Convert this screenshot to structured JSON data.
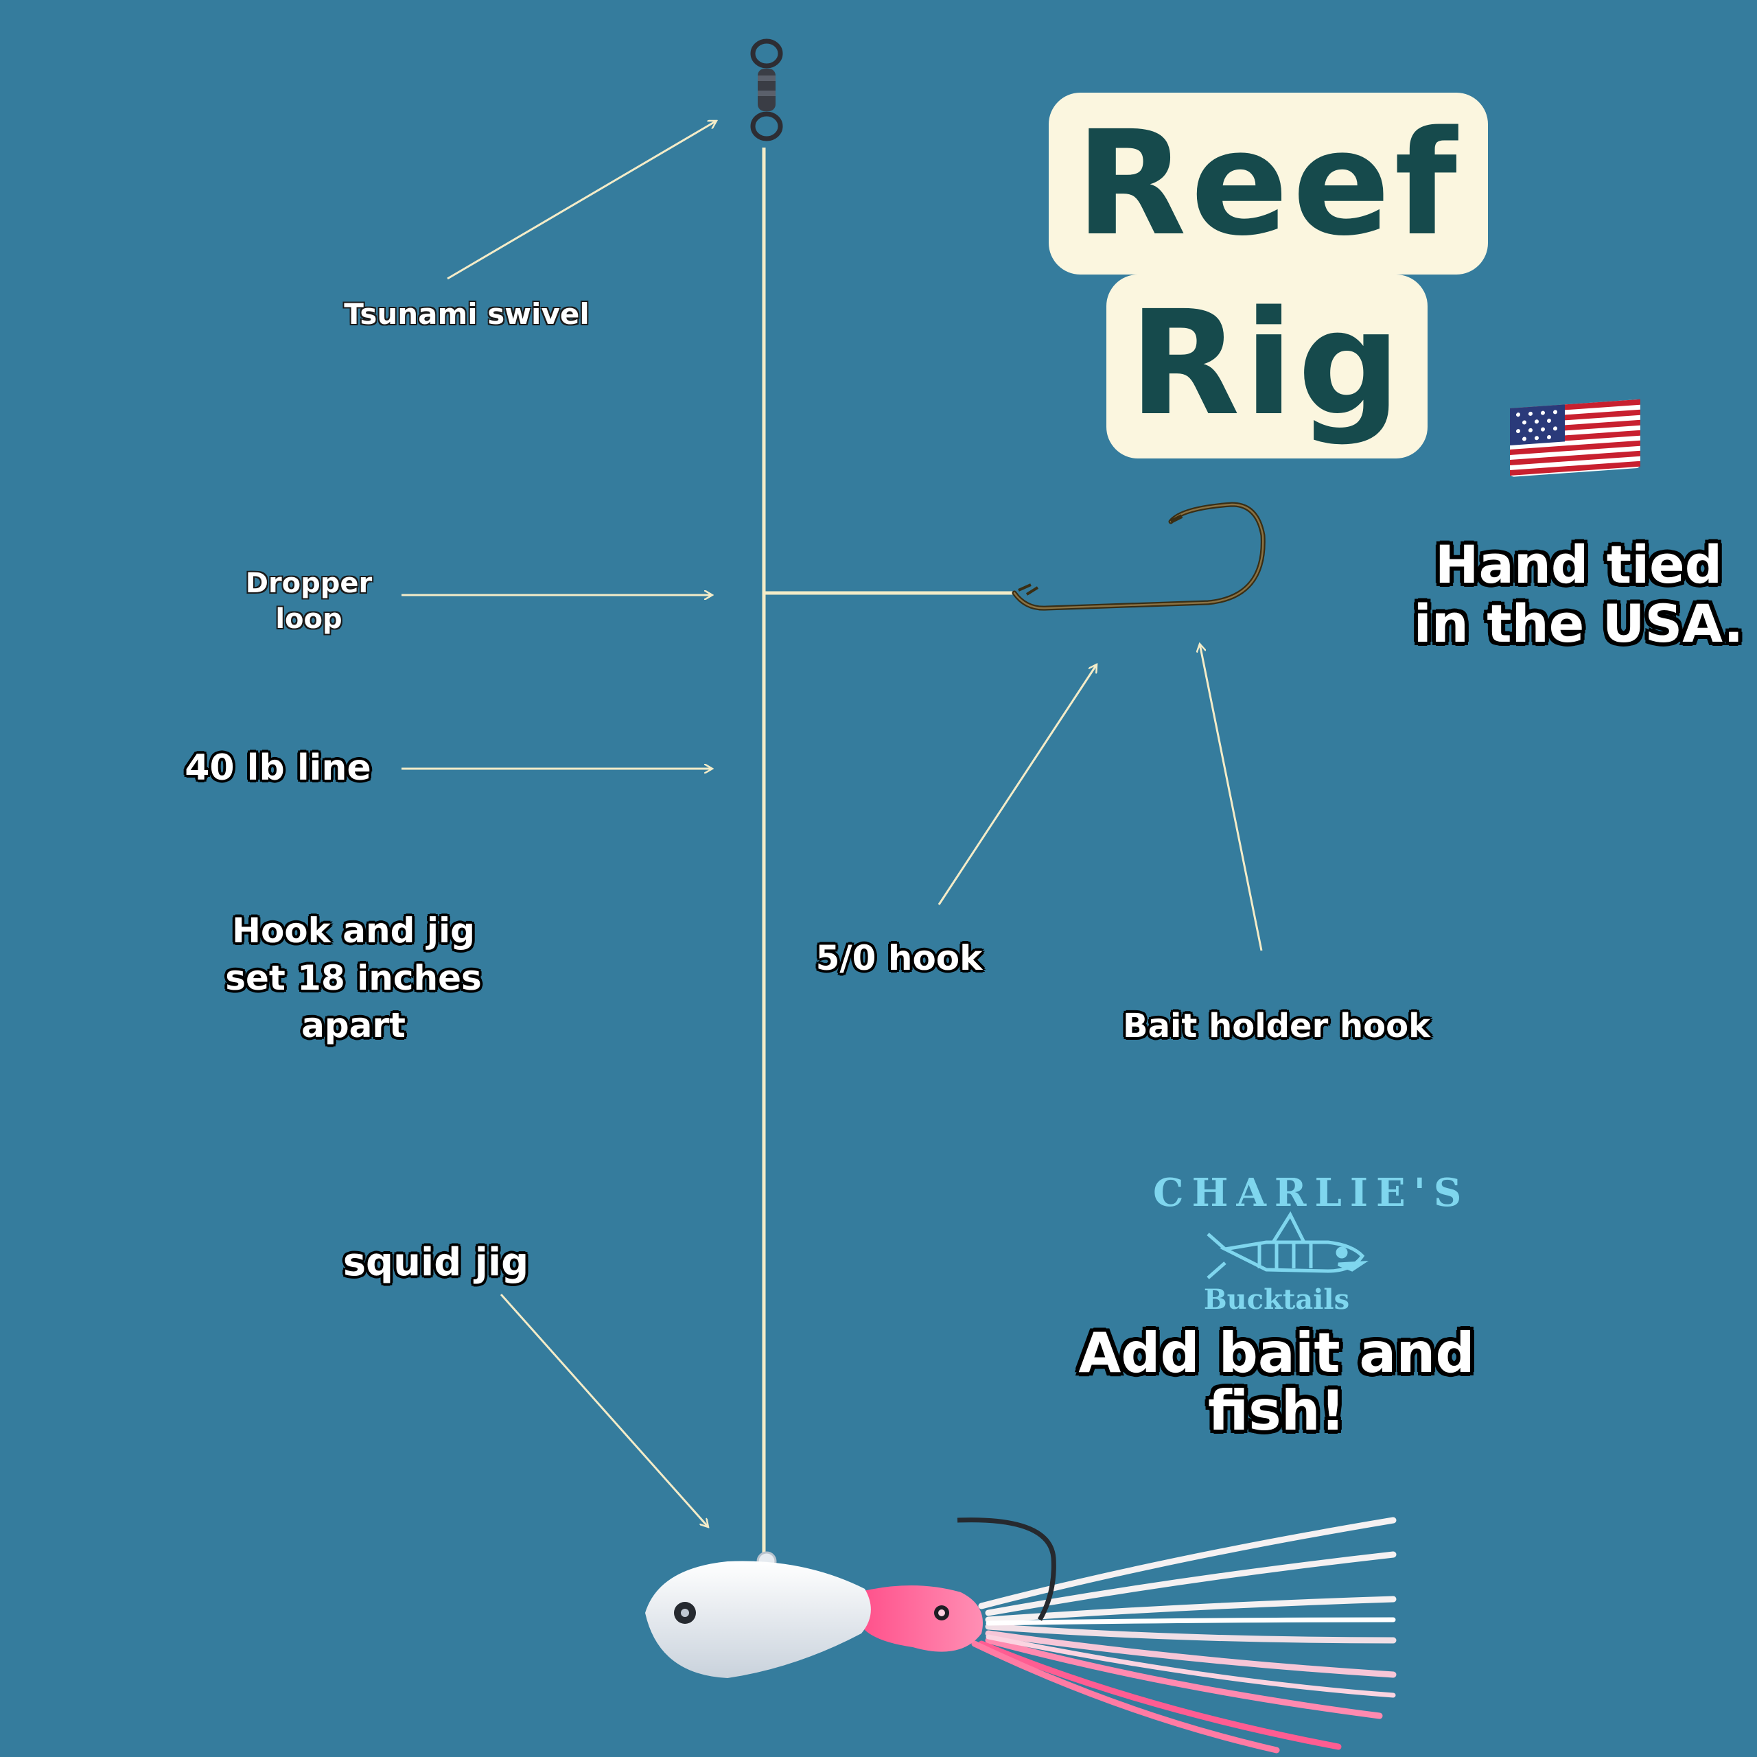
{
  "title": {
    "line1": "Reef",
    "line2": "Rig"
  },
  "tagline": "Hand tied\nin the USA.",
  "labels": {
    "swivel": "Tsunami swivel",
    "dropper": "Dropper\nloop",
    "line": "40 lb line",
    "spacing": "Hook and jig\nset 18 inches\napart",
    "hook": "5/0 hook",
    "bait_holder": "Bait holder hook",
    "squid_jig": "squid jig"
  },
  "logo": {
    "name": "CHARLIE'S",
    "sub": "Bucktails"
  },
  "cta": "Add bait and\nfish!",
  "icons": [
    "swivel-icon",
    "hook-icon",
    "flag-icon",
    "squid-jig-icon",
    "fish-skeleton-icon"
  ],
  "colors": {
    "background": "#357c9d",
    "line": "#f4ecc8",
    "title_fill": "#164a4c",
    "title_box": "#fbf6df",
    "logo": "#7fd6ee"
  }
}
